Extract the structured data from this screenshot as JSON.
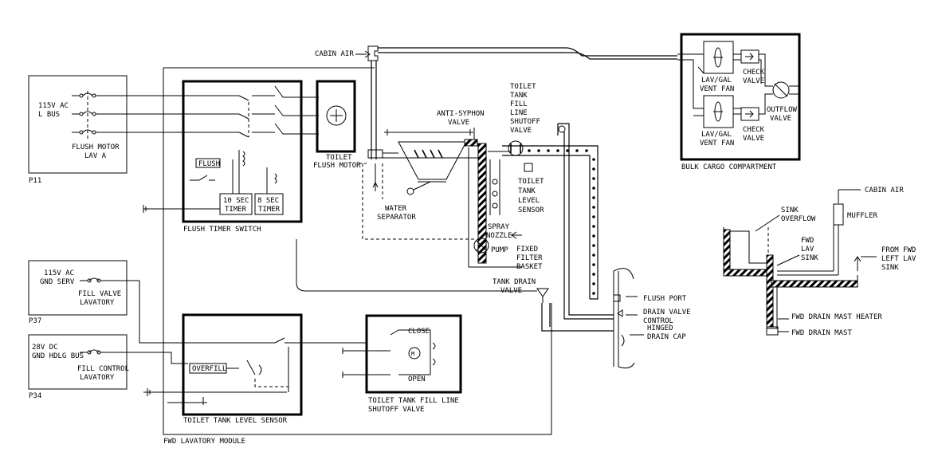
{
  "p11": {
    "bus": [
      "115V AC",
      "L BUS"
    ],
    "breaker": [
      "FLUSH MOTOR",
      "LAV A"
    ],
    "connector": "P11"
  },
  "p37": {
    "bus": [
      "115V AC",
      "GND SERV"
    ],
    "breaker": [
      "FILL VALVE",
      "LAVATORY"
    ],
    "connector": "P37"
  },
  "p34": {
    "bus": [
      "28V DC",
      "GND HDLG BUS"
    ],
    "breaker": [
      "FILL CONTROL",
      "LAVATORY"
    ],
    "connector": "P34"
  },
  "flush_timer": {
    "flush_button": "FLUSH",
    "timer_10": [
      "10 SEC",
      "TIMER"
    ],
    "timer_8": [
      "8 SEC",
      "TIMER"
    ],
    "title": "FLUSH TIMER SWITCH"
  },
  "toilet_flush_motor": [
    "TOILET",
    "FLUSH MOTOR"
  ],
  "cabin_air_top": "CABIN AIR",
  "water_separator": [
    "WATER",
    "SEPARATOR"
  ],
  "anti_syphon_valve": [
    "ANTI-SYPHON",
    "VALVE"
  ],
  "toilet_tank_fill_line_shutoff": [
    "TOILET",
    "TANK",
    "FILL",
    "LINE",
    "SHUTOFF",
    "VALVE"
  ],
  "toilet_tank_level_sensor_label": [
    "TOILET",
    "TANK",
    "LEVEL",
    "SENSOR"
  ],
  "spray_nozzle": [
    "SPRAY",
    "NOZZLE"
  ],
  "pump": "PUMP",
  "fixed_filter_basket": [
    "FIXED",
    "FILTER",
    "BASKET"
  ],
  "tank_drain_valve": [
    "TANK DRAIN",
    "VALVE"
  ],
  "flush_port": "FLUSH PORT",
  "drain_valve_control": [
    "DRAIN VALVE",
    "CONTROL"
  ],
  "hinged_drain_cap": [
    "HINGED",
    "DRAIN CAP"
  ],
  "bulk_cargo": {
    "fan1": [
      "LAV/GAL",
      "VENT FAN"
    ],
    "fan2": [
      "LAV/GAL",
      "VENT FAN"
    ],
    "check1": [
      "CHECK",
      "VALVE"
    ],
    "check2": [
      "CHECK",
      "VALVE"
    ],
    "outflow": [
      "OUTFLOW",
      "VALVE"
    ],
    "title": "BULK CARGO COMPARTMENT"
  },
  "level_sensor_module": {
    "overfill": "OVERFILL",
    "title": "TOILET TANK LEVEL SENSOR"
  },
  "fill_valve_module": {
    "close": "CLOSE",
    "open": "OPEN",
    "title": [
      "TOILET TANK FILL LINE",
      "SHUTOFF VALVE"
    ]
  },
  "fwd_lav_module": "FWD LAVATORY MODULE",
  "drain_mast": {
    "cabin_air": "CABIN AIR",
    "muffler": "MUFFLER",
    "sink_overflow": [
      "SINK",
      "OVERFLOW"
    ],
    "fwd_lav_sink": [
      "FWD",
      "LAV",
      "SINK"
    ],
    "from_fwd_left_lav_sink": [
      "FROM FWD",
      "LEFT LAV",
      "SINK"
    ],
    "heater": "FWD DRAIN MAST HEATER",
    "mast": "FWD DRAIN MAST"
  }
}
